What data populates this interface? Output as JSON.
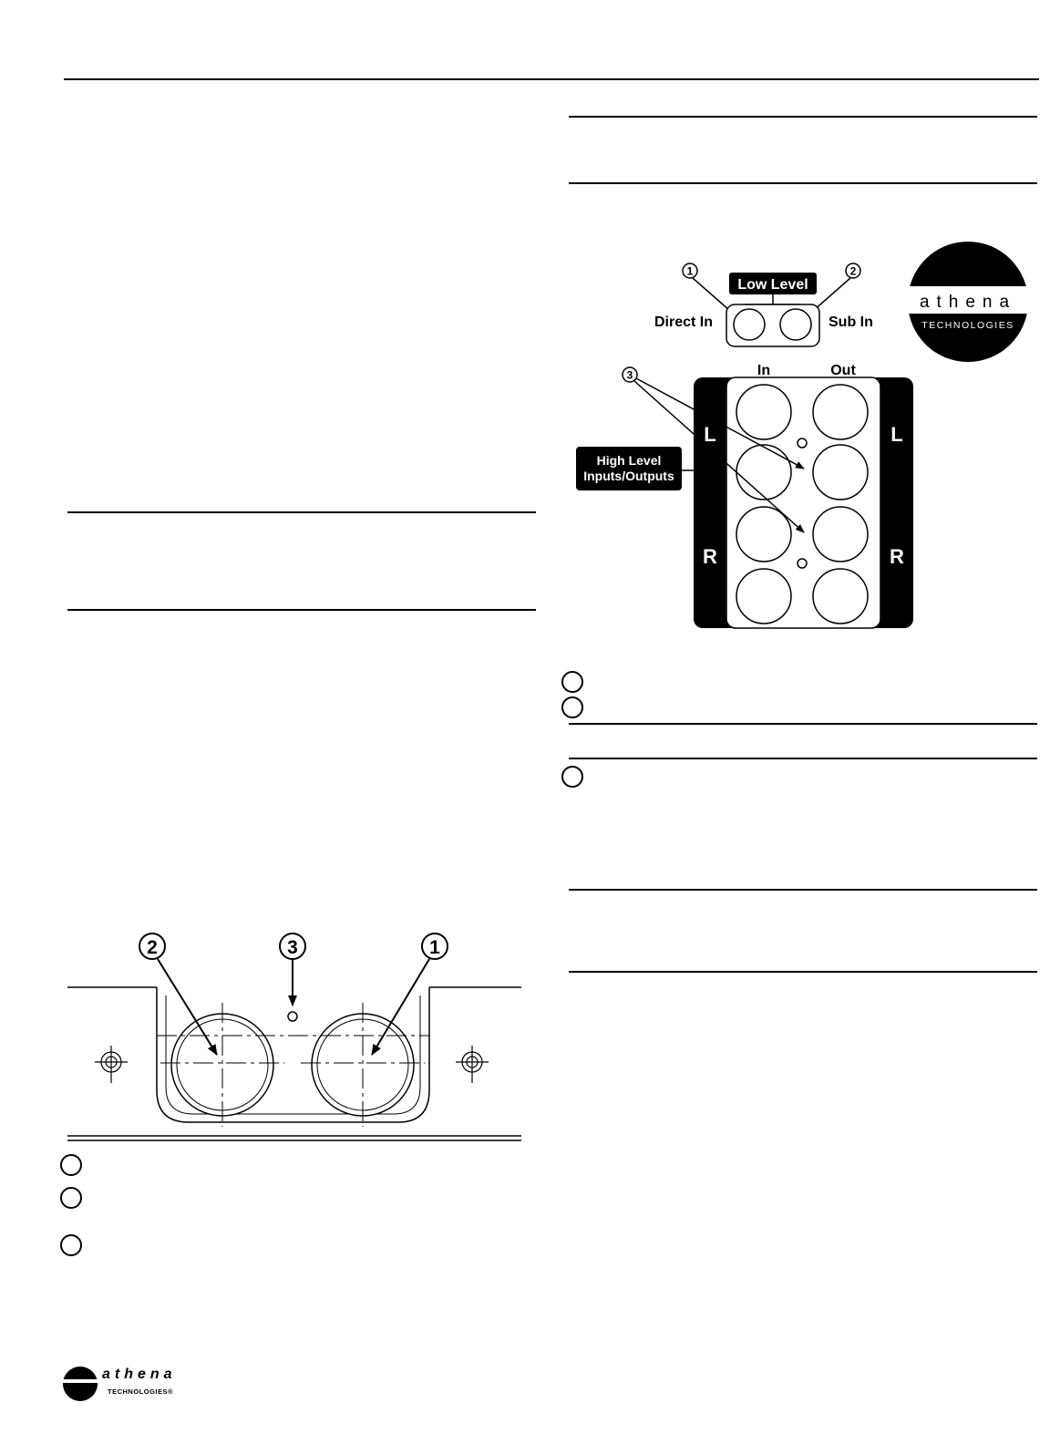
{
  "connector_diagram": {
    "callout_1": "1",
    "callout_2": "2",
    "callout_3": "3",
    "low_level_label": "Low Level",
    "direct_in_label": "Direct In",
    "sub_in_label": "Sub In",
    "in_label": "In",
    "out_label": "Out",
    "left_channel_label": "L",
    "right_channel_label": "R",
    "high_level_label_line1": "High Level",
    "high_level_label_line2": "Inputs/Outputs"
  },
  "front_panel_diagram": {
    "callout_1": "1",
    "callout_2": "2",
    "callout_3": "3"
  },
  "brand_badge": {
    "name": "athena",
    "tagline": "TECHNOLOGIES"
  },
  "footer": {
    "logo_name": "athena",
    "logo_tagline": "TECHNOLOGIES®"
  },
  "colors": {
    "ink": "#000000",
    "paper": "#ffffff"
  }
}
